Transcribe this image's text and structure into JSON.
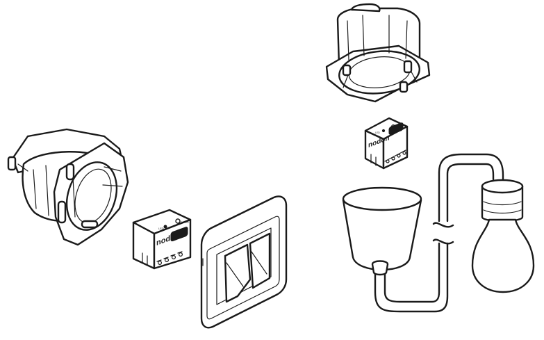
{
  "module_left": {
    "brand": "nodon",
    "small_labels": [
      "LED",
      "PROG"
    ]
  },
  "module_right": {
    "brand": "nodon",
    "small_labels": [
      "LED",
      "PROG"
    ]
  }
}
